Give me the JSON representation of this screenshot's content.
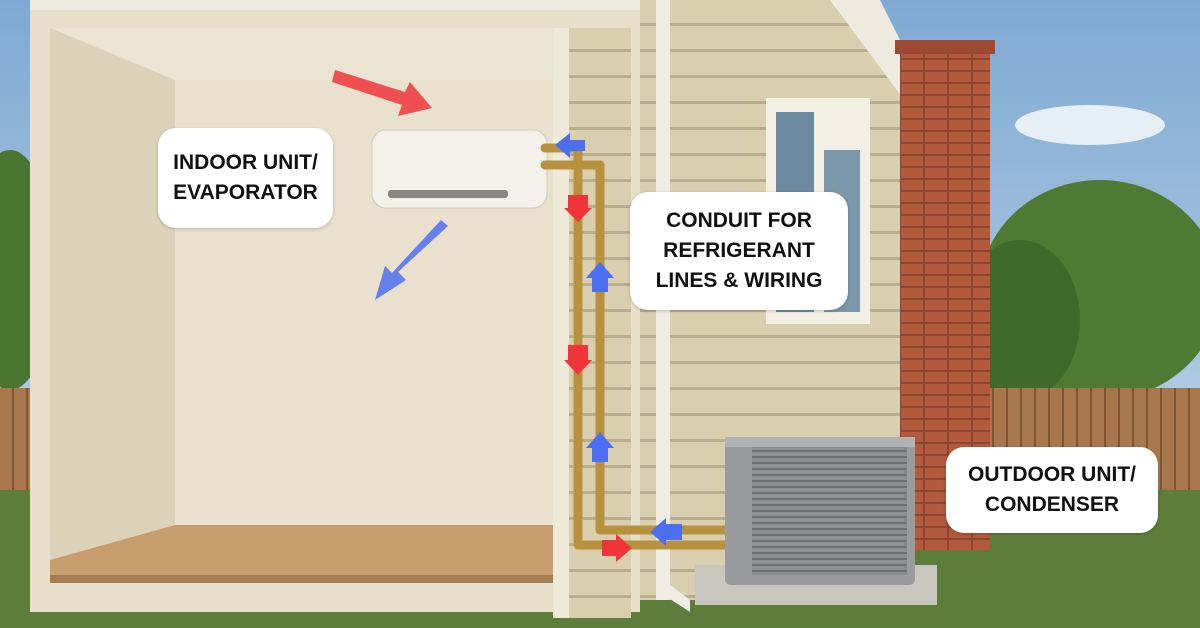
{
  "labels": {
    "indoor": {
      "line1": "INDOOR UNIT/",
      "line2": "EVAPORATOR"
    },
    "conduit": {
      "line1": "CONDUIT FOR",
      "line2": "REFRIGERANT",
      "line3": "LINES & WIRING"
    },
    "outdoor": {
      "line1": "OUTDOOR UNIT/",
      "line2": "CONDENSER"
    }
  },
  "colors": {
    "hot_arrow": "#f0353a",
    "cold_arrow": "#4b6ff0",
    "pipe": "#b8913f",
    "siding": "#d9ceae",
    "brick": "#b35a3e"
  }
}
